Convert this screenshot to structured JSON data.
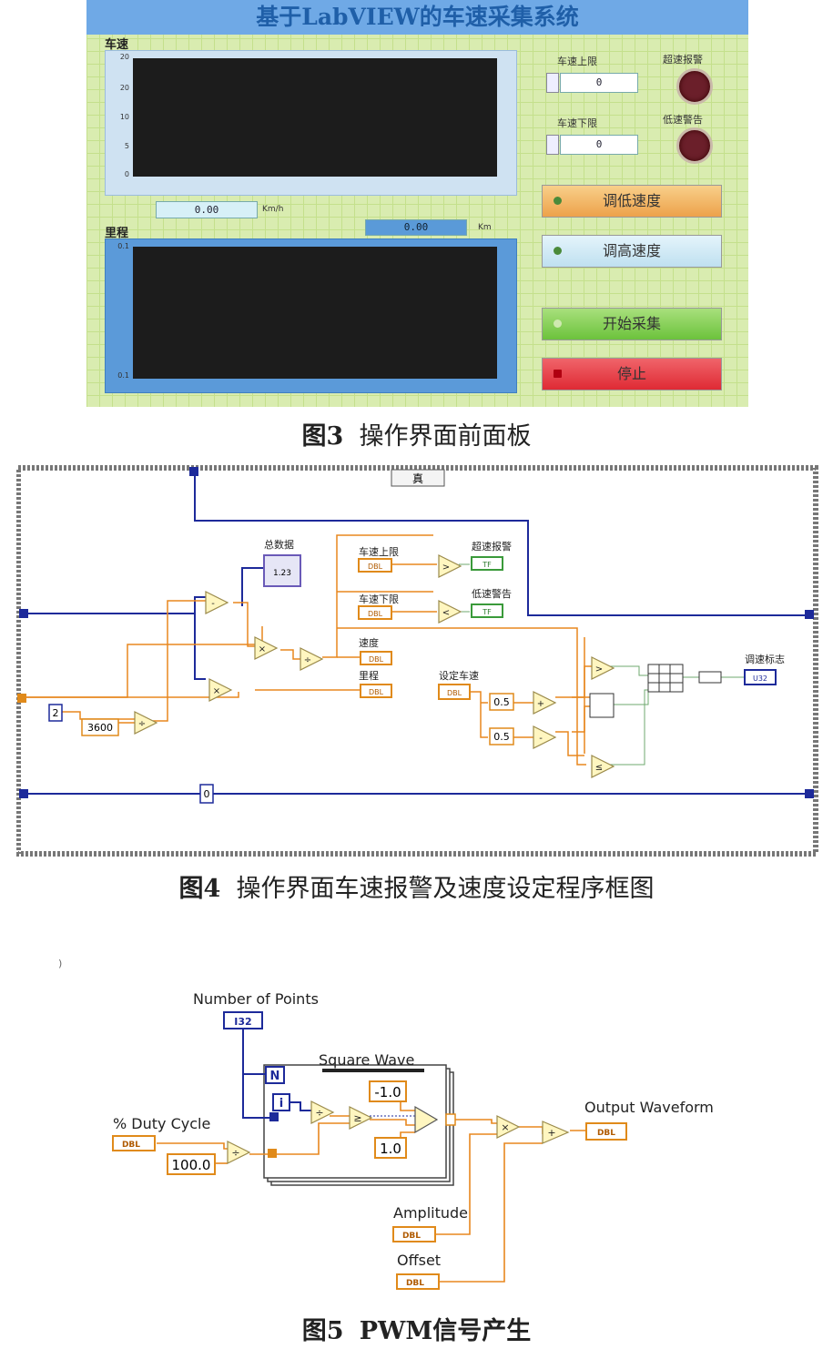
{
  "fig3": {
    "title": "基于LabVIEW的车速采集系统",
    "speed_chart": {
      "label": "车速",
      "y_ticks": [
        "20",
        "20",
        "10",
        "5",
        "0"
      ]
    },
    "speed_readout": {
      "value": "0.00",
      "unit": "Km/h"
    },
    "mileage_readout": {
      "value": "0.00",
      "unit": "Km"
    },
    "mileage_chart": {
      "label": "里程",
      "y_ticks": [
        "0.1",
        "0.1"
      ]
    },
    "upper_limit": {
      "label": "车速上限",
      "value": "0"
    },
    "lower_limit": {
      "label": "车速下限",
      "value": "0"
    },
    "overspeed_led_label": "超速报警",
    "lowspeed_led_label": "低速警告",
    "buttons": {
      "decrease": "调低速度",
      "increase": "调高速度",
      "start": "开始采集",
      "stop": "停止"
    },
    "colors": {
      "panel_bg": "#d9ecb0",
      "title_bar": "#6fa9e6",
      "decrease_btn": "#f2b25a",
      "increase_btn": "#cde8f5",
      "start_btn": "#86cf57",
      "stop_btn": "#e8414a"
    }
  },
  "caption3": {
    "num": "图3",
    "text": "操作界面前面板"
  },
  "fig4": {
    "case_selector": "真",
    "labels": {
      "total_data": "总数据",
      "upper_limit": "车速上限",
      "overspeed": "超速报警",
      "lower_limit": "车速下限",
      "lowspeed": "低速警告",
      "speed": "速度",
      "mileage": "里程",
      "set_speed": "设定车速",
      "adjust_flag": "调速标志"
    },
    "constants": {
      "c2": "2",
      "c3600": "3600",
      "c05a": "0.5",
      "c05b": "0.5",
      "c0": "0"
    },
    "terminal_types": {
      "total": "1.23",
      "dbl": "DBL",
      "tf": "TF",
      "u32": "U32"
    },
    "operators": {
      "sub": "-",
      "mul": "×",
      "div": "÷",
      "gt": ">",
      "lt": "<",
      "add": "+",
      "le": "≤"
    }
  },
  "caption4": {
    "num": "图4",
    "text": "操作界面车速报警及速度设定程序框图"
  },
  "fig5": {
    "marker": ")",
    "number_of_points": "Number of Points",
    "i32": "I32",
    "square_wave": "Square Wave",
    "n": "N",
    "i": "i",
    "neg_one": "-1.0",
    "one": "1.0",
    "duty_cycle": "% Duty Cycle",
    "dbl": "DBL",
    "hundred": "100.0",
    "output_waveform": "Output Waveform",
    "amplitude": "Amplitude",
    "offset": "Offset",
    "operators": {
      "div": "÷",
      "ge": "≥",
      "mul": "×",
      "add": "+"
    }
  },
  "caption5": {
    "num": "图5",
    "text": "PWM信号产生"
  }
}
